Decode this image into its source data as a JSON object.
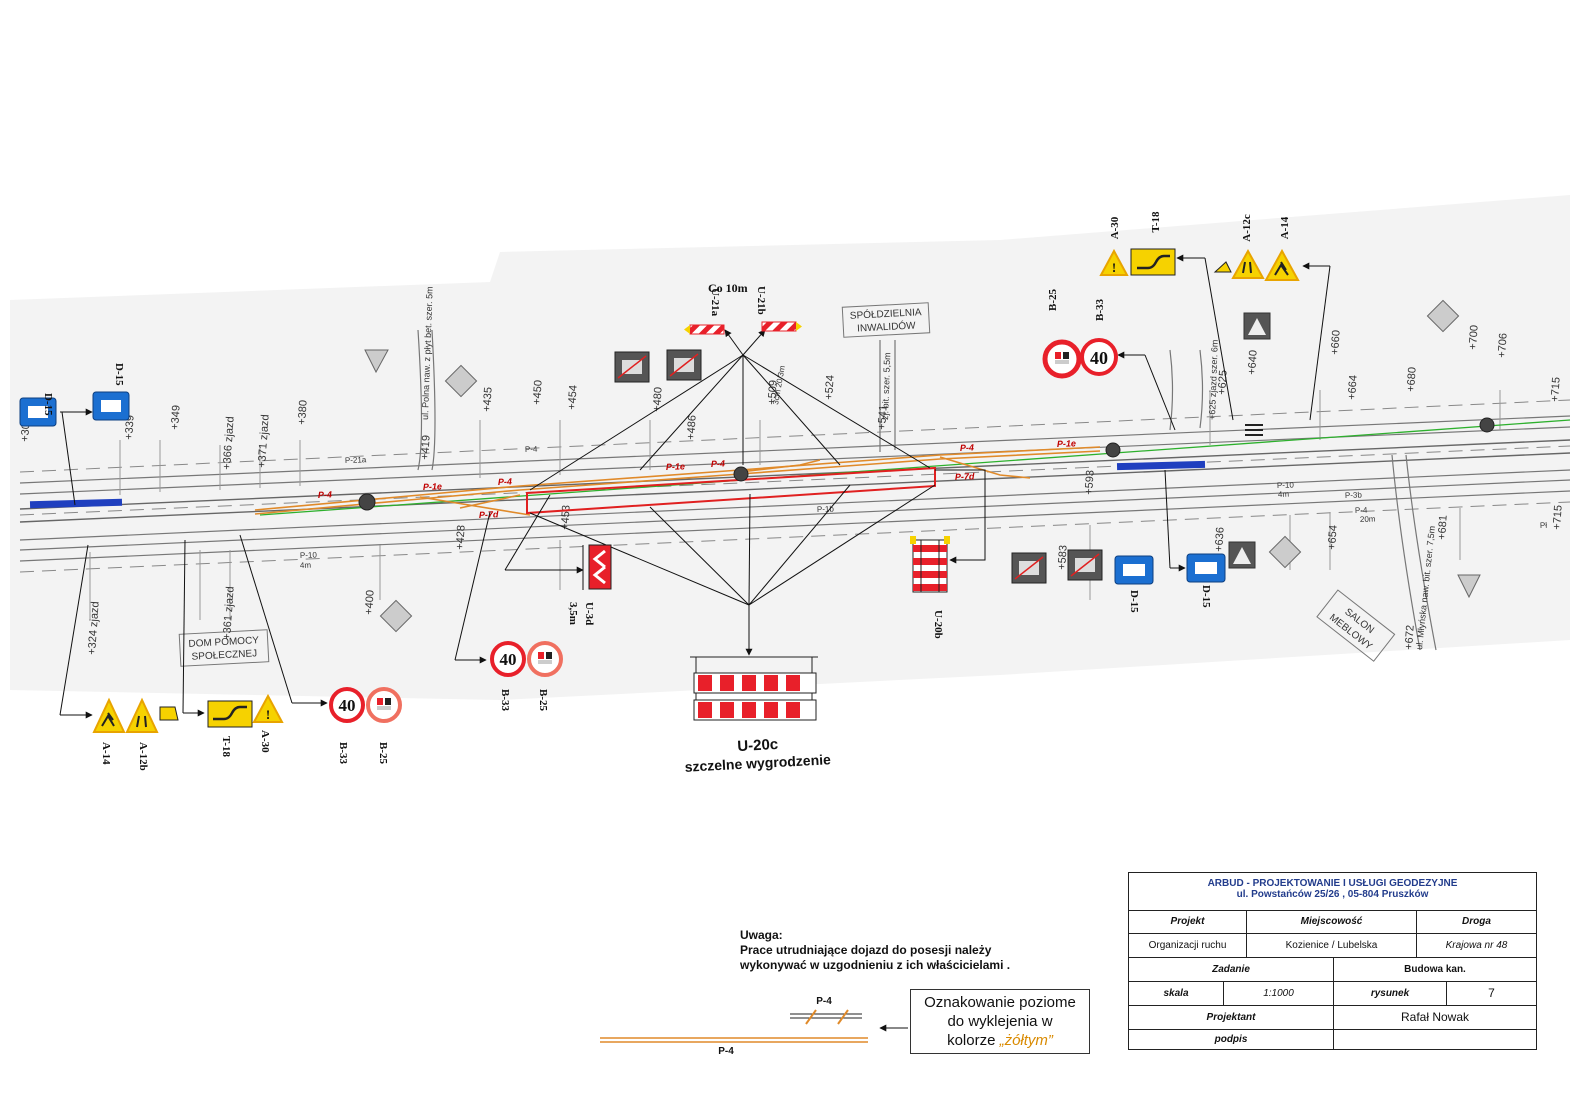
{
  "plan": {
    "streets": {
      "polna": "ul. Polna naw. z płyt bet. szer. 5m",
      "wjazd_bit": "zj. bit. szer. 5,5m",
      "mlynska": "ul. Młyńska naw. bit. szer. 7,5m",
      "zjazd_625": "+625 zjazd szer. 6m"
    },
    "buildings": {
      "spoldzielnia": [
        "SPÓŁDZIELNIA",
        "INWALIDÓW"
      ],
      "dom_pomocy": [
        "DOM POMOCY",
        "SPOŁECZNEJ"
      ],
      "salon": [
        "SALON",
        "MEBLOWY"
      ]
    },
    "chainage_top": [
      "+308",
      "+339",
      "+349",
      "+366 zjazd",
      "+371 zjazd",
      "+380",
      "+419",
      "+435",
      "+450",
      "+454",
      "+480",
      "+486",
      "+509",
      "+524",
      "+541",
      "+625",
      "+640",
      "+660",
      "+664",
      "+680",
      "+700",
      "+706",
      "+715"
    ],
    "chainage_bottom": [
      "+324 zjazd",
      "+361 zjazd",
      "+400",
      "+428",
      "+453",
      "+583",
      "+593",
      "+636",
      "+654",
      "+672",
      "+681",
      "+715"
    ],
    "markings_road": [
      "P-21a",
      "P-4",
      "P-10",
      "4m",
      "P-1b",
      "P-10",
      "4m",
      "P-3b",
      "P-4",
      "20m",
      "Pł"
    ],
    "markings_red": [
      "P-1e",
      "P-4",
      "P-7d",
      "P-1e",
      "P-4",
      "P-4",
      "P-1e",
      "P-7d"
    ],
    "co10m": "Co 10m",
    "detail": "3cm 20/3m",
    "sign_labels": {
      "d15_left1": "D-15",
      "d15_left2": "D-15",
      "u21a": "U-21a",
      "u21b": "U-21b",
      "b25_right": "B-25",
      "b33_right": "B-33",
      "a30_right": "A-30",
      "t18_right": "T-18",
      "a12c": "A-12c",
      "a14_right": "A-14",
      "u3d": "U-3d",
      "u3d_dim": "3,5m",
      "u20b": "U-20b",
      "d15_r1": "D-15",
      "d15_r2": "D-15",
      "b33_mid": "B-33",
      "b25_mid": "B-25",
      "a14_left": "A-14",
      "a12b": "A-12b",
      "t18_left": "T-18",
      "a30_left": "A-30",
      "b33_left": "B-33",
      "b25_left": "B-25",
      "u20c": "U-20c",
      "u20c_desc": "szczelne wygrodzenie"
    },
    "sign_text": {
      "speed": "40"
    }
  },
  "note": {
    "title": "Uwaga:",
    "line1": "Prace utrudniające dojazd do posesji należy",
    "line2": "wykonywać w uzgodnieniu z ich właścicielami ."
  },
  "legend": {
    "p4_top": "P-4",
    "p4_bottom": "P-4",
    "line1": "Oznakowanie poziome",
    "line2": "do wyklejenia w",
    "line3_prefix": "kolorze ",
    "line3_color": "„żółtym”"
  },
  "title_block": {
    "company": "ARBUD - PROJEKTOWANIE I USŁUGI GEODEZYJNE",
    "address": "ul. Powstańców 25/26 , 05-804 Pruszków",
    "projekt_label": "Projekt",
    "miejscowosc_label": "Miejscowość",
    "droga_label": "Droga",
    "projekt_value": "Organizacji ruchu",
    "miejscowosc_value": "Kozienice / Lubelska",
    "droga_value": "Krajowa nr 48",
    "zadanie_label": "Zadanie",
    "zadanie_value": "Budowa kan.",
    "skala_label": "skala",
    "skala_value": "1:1000",
    "rysunek_label": "rysunek",
    "rysunek_value": "7",
    "projektant_label": "Projektant",
    "projektant_value": "Rafał Nowak",
    "podpis_label": "podpis"
  },
  "colors": {
    "marking_orange": "#e08a2a",
    "barrier_red": "#e8202a",
    "work_zone": "#e02020",
    "bus_stop_blue": "#1f3fbf",
    "sign_yellow": "#f6d200",
    "info_blue": "#1b6fd1",
    "title_blue": "#223c8c",
    "green_line": "#2db02d"
  }
}
